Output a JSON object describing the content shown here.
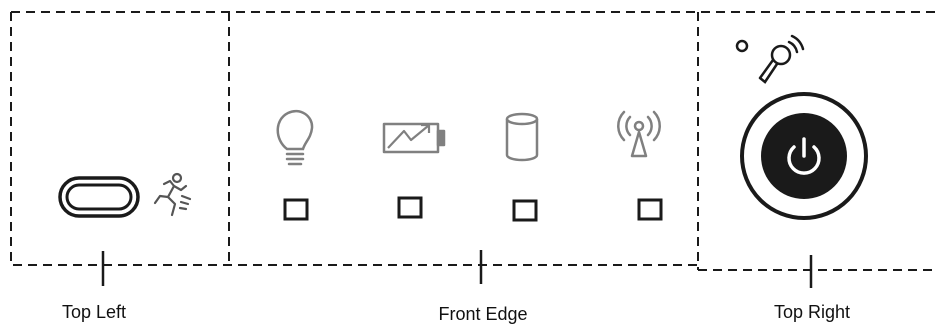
{
  "colors": {
    "line": "#1a1a1a",
    "icon_gray": "#808080",
    "power_fill": "#1a1a1a",
    "background": "#ffffff"
  },
  "regions": [
    {
      "id": "top-left",
      "label": "Top Left"
    },
    {
      "id": "front-edge",
      "label": "Front Edge"
    },
    {
      "id": "top-right",
      "label": "Top Right"
    }
  ],
  "top_left": {
    "items": [
      {
        "name": "instant-key-button",
        "icon": "pill-button-icon"
      },
      {
        "name": "super-hybrid-engine-icon",
        "icon": "running-man-icon"
      }
    ]
  },
  "front_edge": {
    "indicators": [
      {
        "icon": "bulb-icon",
        "meaning": "power"
      },
      {
        "icon": "battery-charging-icon",
        "meaning": "battery"
      },
      {
        "icon": "drive-activity-icon",
        "meaning": "storage"
      },
      {
        "icon": "wireless-icon",
        "meaning": "wireless"
      }
    ]
  },
  "top_right": {
    "items": [
      {
        "icon": "microphone-icon"
      },
      {
        "icon": "power-button-icon"
      }
    ]
  }
}
